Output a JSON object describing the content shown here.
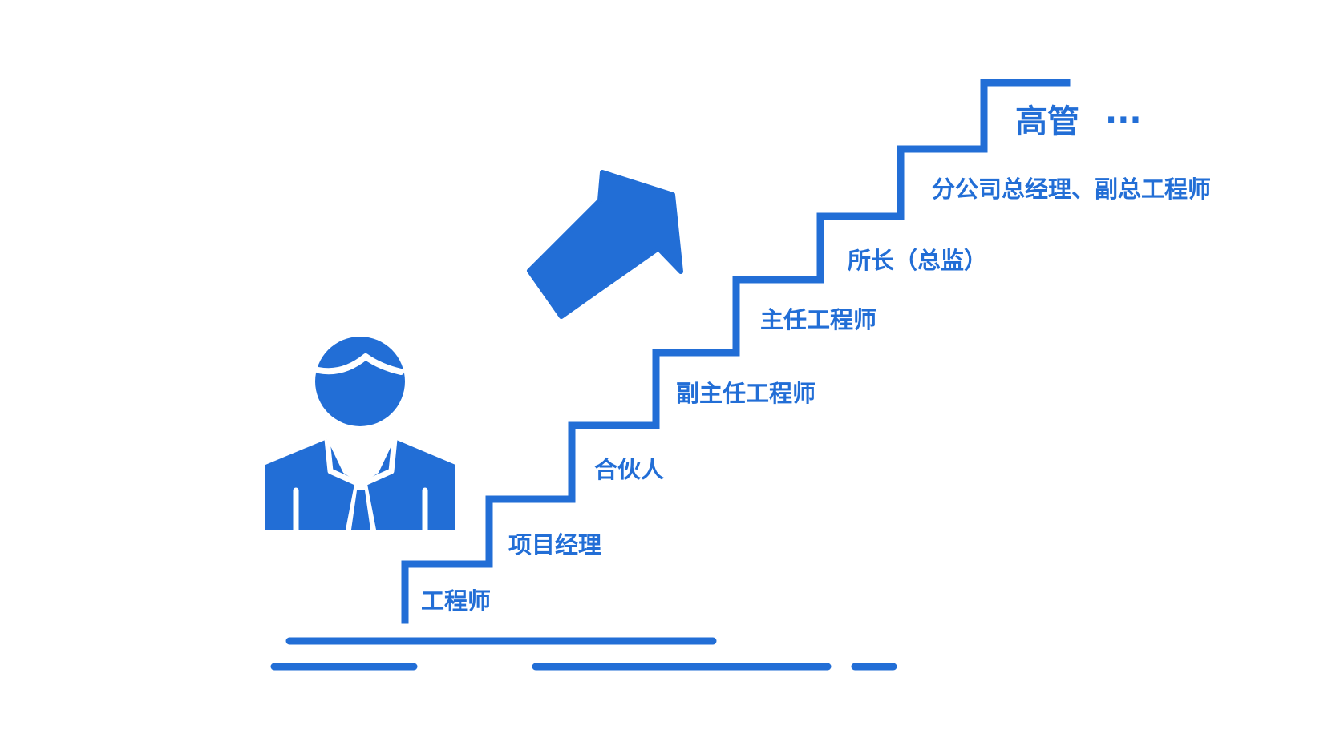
{
  "colors": {
    "primary": "#226ed6",
    "background": "#ffffff"
  },
  "icons": {
    "figure": "businessman-icon",
    "arrow": "up-right-arrow-icon"
  },
  "steps": [
    {
      "label": "工程师"
    },
    {
      "label": "项目经理"
    },
    {
      "label": "合伙人"
    },
    {
      "label": "副主任工程师"
    },
    {
      "label": "主任工程师"
    },
    {
      "label": "所长（总监）"
    },
    {
      "label": "分公司总经理、副总工程师"
    },
    {
      "label": "高管"
    }
  ],
  "top_suffix": "···"
}
